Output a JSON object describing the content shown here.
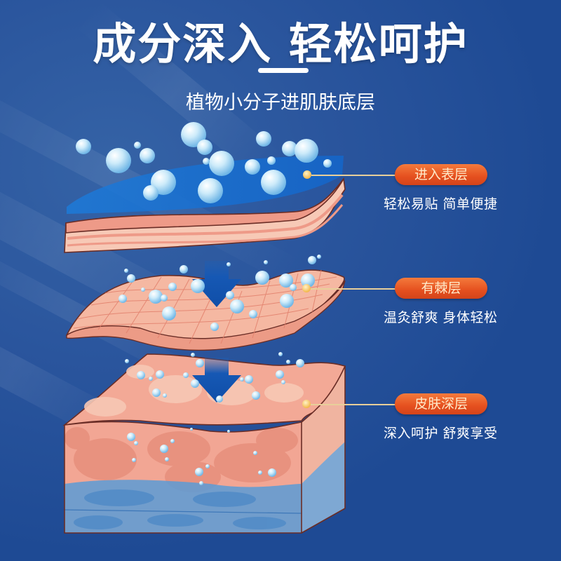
{
  "header": {
    "title": "成分深入 轻松呵护",
    "subtitle": "植物小分子进肌肤底层"
  },
  "layers": [
    {
      "label": "进入表层",
      "description": "轻松易贴 简单便捷"
    },
    {
      "label": "有棘层",
      "description": "温灸舒爽 身体轻松"
    },
    {
      "label": "皮肤深层",
      "description": "深入呵护 舒爽享受"
    }
  ],
  "colors": {
    "background": "#1e4a94",
    "pill": "#e5501f",
    "pill_text": "#ffe9c8",
    "skin": "#f2a594",
    "skin_light": "#f7c6b2",
    "water_layer": "#1a6fcc",
    "bubble": "#bfe3f7",
    "arrow": "#1658b4",
    "leader_dot": "#f5c86a"
  },
  "icons": {
    "arrow": "down-arrow-icon",
    "bubble": "molecule-bubble-icon",
    "dot": "leader-dot-icon"
  }
}
